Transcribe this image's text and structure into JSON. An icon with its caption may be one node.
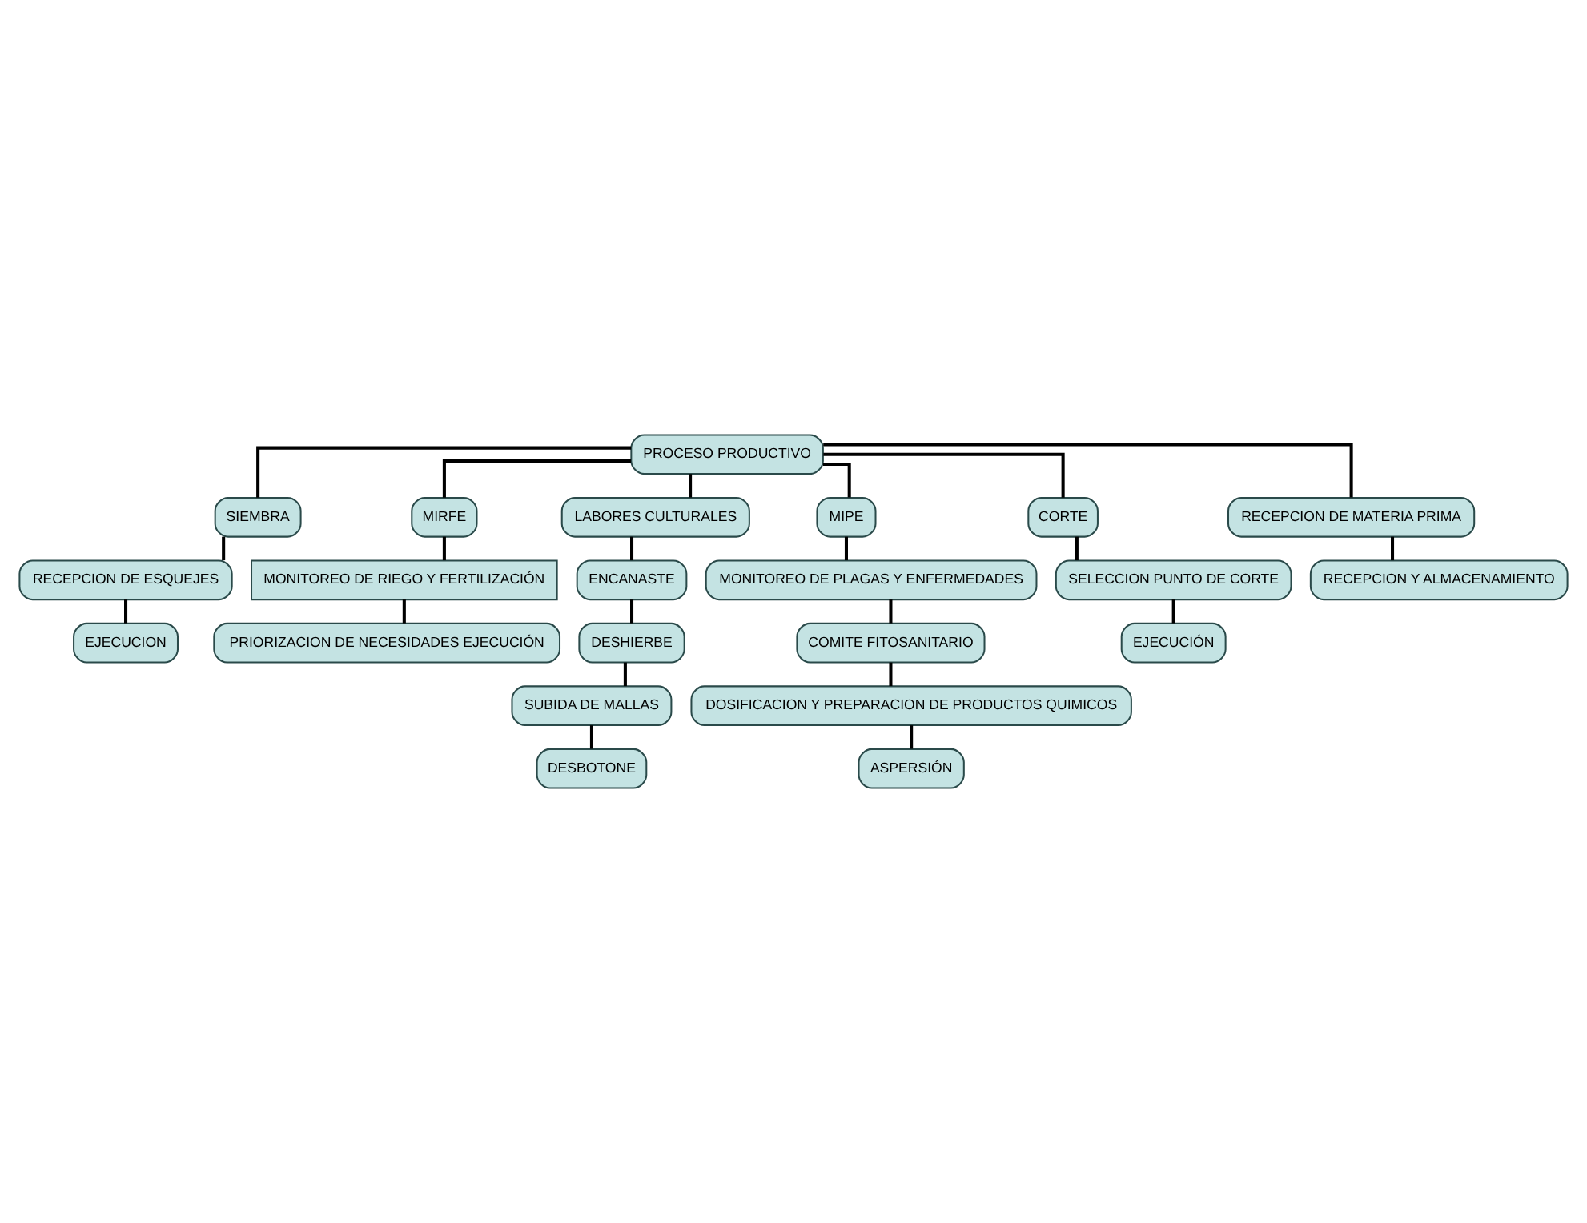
{
  "diagram": {
    "nodes": [
      {
        "text": [
          "PROCESO PRODUCTIVO"
        ]
      },
      {
        "text": [
          "SIEMBRA"
        ]
      },
      {
        "text": [
          "MIRFE"
        ]
      },
      {
        "text": [
          "LABORES CULTURALES"
        ]
      },
      {
        "text": [
          "MIPE"
        ]
      },
      {
        "text": [
          "CORTE"
        ]
      },
      {
        "text": [
          "RECEPCION DE ESQUEJES"
        ]
      },
      {
        "text": [
          "EJECUCION"
        ]
      },
      {
        "text": [
          "MONITOREO DE RIEGO Y FERTILIZACIÓN"
        ]
      },
      {
        "text": [
          "PRIORIZACION DE NECESIDADES EJECUCIÓN"
        ]
      },
      {
        "text": [
          "ENCANASTE"
        ]
      },
      {
        "text": [
          "DESHIERBE"
        ]
      },
      {
        "text": [
          "SUBIDA DE MALLAS"
        ]
      },
      {
        "text": [
          "DESBOTONE"
        ]
      },
      {
        "text": [
          "MONITOREO DE PLAGAS Y ENFERMEDADES"
        ]
      },
      {
        "text": [
          "COMITE FITOSANITARIO"
        ]
      },
      {
        "text": [
          "DOSIFICACION Y PREPARACION DE PRODUCTOS QUIMICOS"
        ]
      },
      {
        "text": [
          "ASPERSIÓN"
        ]
      },
      {
        "text": [
          "SELECCION PUNTO DE CORTE"
        ]
      },
      {
        "text": [
          "EJECUCIÓN"
        ]
      },
      {
        "text": [
          "RECEPCION DE MATERIA PRIMA"
        ]
      },
      {
        "text": [
          "RECEPCION Y ALMACENAMIENTO"
        ]
      }
    ],
    "edges": [
      {
        "from": 0,
        "to": 1,
        "arrow": "none"
      },
      {
        "from": 0,
        "to": 2,
        "arrow": "none"
      },
      {
        "from": 0,
        "to": 3,
        "arrow": "none"
      },
      {
        "from": 0,
        "to": 4,
        "arrow": "none"
      },
      {
        "from": 0,
        "to": 5,
        "arrow": "none"
      },
      {
        "from": 0,
        "to": 20,
        "arrow": "none"
      },
      {
        "from": 1,
        "to": 6,
        "arrow": "none"
      },
      {
        "from": 6,
        "to": 7,
        "arrow": "none"
      },
      {
        "from": 2,
        "to": 8,
        "arrow": "none"
      },
      {
        "from": 8,
        "to": 9,
        "arrow": "none"
      },
      {
        "from": 3,
        "to": 10,
        "arrow": "none"
      },
      {
        "from": 10,
        "to": 11,
        "arrow": "none"
      },
      {
        "from": 11,
        "to": 12,
        "arrow": "none"
      },
      {
        "from": 12,
        "to": 13,
        "arrow": "none"
      },
      {
        "from": 4,
        "to": 14,
        "arrow": "none"
      },
      {
        "from": 14,
        "to": 15,
        "arrow": "none"
      },
      {
        "from": 15,
        "to": 16,
        "arrow": "none"
      },
      {
        "from": 16,
        "to": 17,
        "arrow": "none"
      },
      {
        "from": 5,
        "to": 18,
        "arrow": "none"
      },
      {
        "from": 18,
        "to": 19,
        "arrow": "none"
      },
      {
        "from": 20,
        "to": 21,
        "arrow": "none"
      }
    ]
  }
}
